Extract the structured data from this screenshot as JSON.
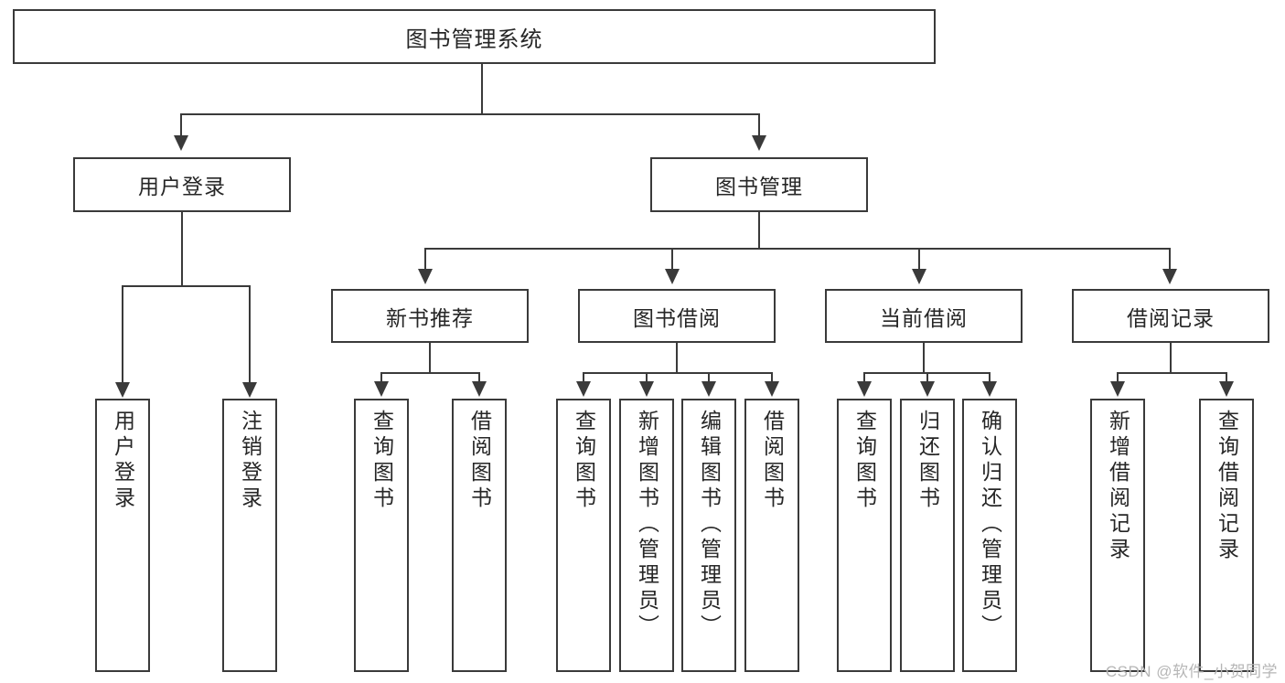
{
  "diagram": {
    "title": "图书管理系统",
    "watermark": "CSDN @软件_小贺同学",
    "line_color": "#3a3a3a",
    "background_color": "#ffffff",
    "text_color": "#262626"
  },
  "nodes": {
    "root": {
      "label": "图书管理系统"
    },
    "level2": [
      {
        "label": "用户登录"
      },
      {
        "label": "图书管理"
      }
    ],
    "level3": [
      {
        "label": "新书推荐"
      },
      {
        "label": "图书借阅"
      },
      {
        "label": "当前借阅"
      },
      {
        "label": "借阅记录"
      }
    ],
    "leaves": {
      "user_login": [
        {
          "label": "用户登录"
        },
        {
          "label": "注销登录"
        }
      ],
      "new_book": [
        {
          "label": "查询图书"
        },
        {
          "label": "借阅图书"
        }
      ],
      "book_borrow": [
        {
          "label": "查询图书"
        },
        {
          "label": "新增图书（管理员）"
        },
        {
          "label": "编辑图书（管理员）"
        },
        {
          "label": "借阅图书"
        }
      ],
      "current_borrow": [
        {
          "label": "查询图书"
        },
        {
          "label": "归还图书"
        },
        {
          "label": "确认归还（管理员）"
        }
      ],
      "borrow_record": [
        {
          "label": "新增借阅记录"
        },
        {
          "label": "查询借阅记录"
        }
      ]
    }
  },
  "chart_data": {
    "type": "table",
    "title": "图书管理系统 功能结构图",
    "hierarchy": [
      {
        "name": "图书管理系统",
        "children": [
          {
            "name": "用户登录",
            "children": [
              {
                "name": "用户登录"
              },
              {
                "name": "注销登录"
              }
            ]
          },
          {
            "name": "图书管理",
            "children": [
              {
                "name": "新书推荐",
                "children": [
                  {
                    "name": "查询图书"
                  },
                  {
                    "name": "借阅图书"
                  }
                ]
              },
              {
                "name": "图书借阅",
                "children": [
                  {
                    "name": "查询图书"
                  },
                  {
                    "name": "新增图书（管理员）"
                  },
                  {
                    "name": "编辑图书（管理员）"
                  },
                  {
                    "name": "借阅图书"
                  }
                ]
              },
              {
                "name": "当前借阅",
                "children": [
                  {
                    "name": "查询图书"
                  },
                  {
                    "name": "归还图书"
                  },
                  {
                    "name": "确认归还（管理员）"
                  }
                ]
              },
              {
                "name": "借阅记录",
                "children": [
                  {
                    "name": "新增借阅记录"
                  },
                  {
                    "name": "查询借阅记录"
                  }
                ]
              }
            ]
          }
        ]
      }
    ]
  }
}
